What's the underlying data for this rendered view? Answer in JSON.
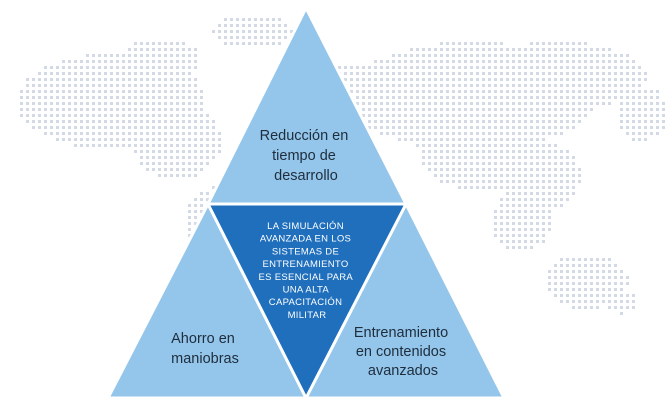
{
  "diagram": {
    "top_label": [
      "Reducción en",
      "tiempo de",
      "desarrollo"
    ],
    "left_label": [
      "Ahorro en",
      "maniobras"
    ],
    "right_label": [
      "Entrenamiento",
      "en contenidos",
      "avanzados"
    ],
    "center_label": [
      "LA SIMULACIÓN",
      "AVANZADA EN LOS",
      "SISTEMAS DE",
      "ENTRENAMIENTO",
      "ES ESENCIAL PARA",
      "UNA ALTA",
      "CAPACITACIÓN",
      "MILITAR"
    ]
  },
  "colors": {
    "outer_triangle": "#93c6ea",
    "center_triangle": "#1f6fbd",
    "outline": "#ffffff",
    "map_dots": "#d3dae6",
    "dark_text": "#1f2d3d",
    "light_text": "#ffffff"
  },
  "background": {
    "graphic": "world-map-dots"
  }
}
